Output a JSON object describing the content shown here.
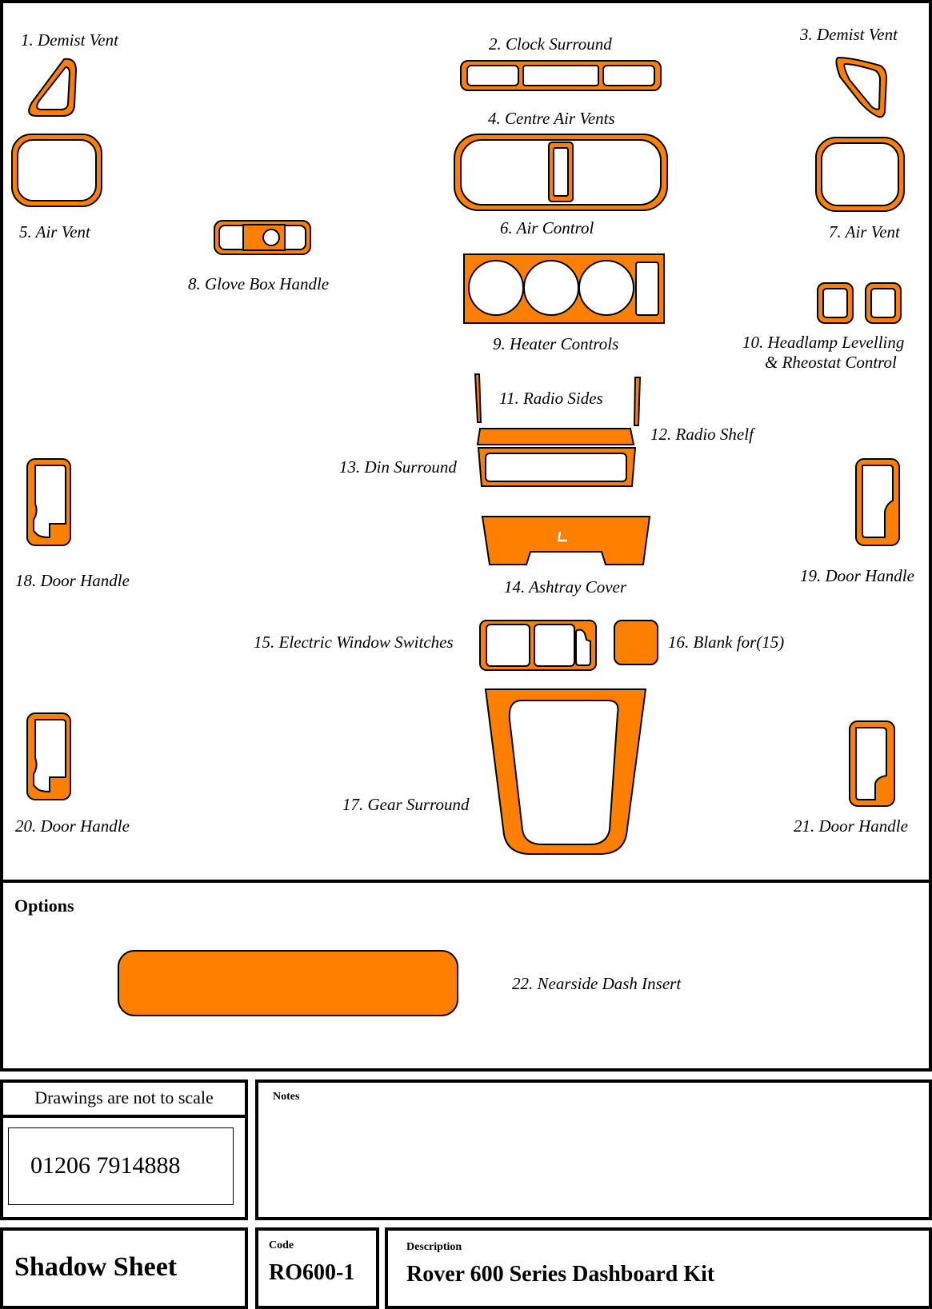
{
  "accent_color": "#ff8000",
  "parts": [
    {
      "label": "1. Demist Vent"
    },
    {
      "label": "2. Clock Surround"
    },
    {
      "label": "3. Demist Vent"
    },
    {
      "label": "4. Centre Air Vents"
    },
    {
      "label": "5. Air Vent"
    },
    {
      "label": "6. Air Control"
    },
    {
      "label": "7. Air Vent"
    },
    {
      "label": "8. Glove Box Handle"
    },
    {
      "label": "9. Heater Controls"
    },
    {
      "label": "10. Headlamp Levelling"
    },
    {
      "label": "11. Radio Sides"
    },
    {
      "label": "12. Radio Shelf"
    },
    {
      "label": "13. Din Surround"
    },
    {
      "label": "14. Ashtray Cover"
    },
    {
      "label": "15. Electric Window Switches"
    },
    {
      "label": "16. Blank for(15)"
    },
    {
      "label": "17. Gear Surround"
    },
    {
      "label": "18. Door Handle"
    },
    {
      "label": "19. Door Handle"
    },
    {
      "label": "20. Door Handle"
    },
    {
      "label": "21. Door Handle"
    }
  ],
  "part_10_line2": "& Rheostat Control",
  "options": {
    "heading": "Options",
    "items": [
      {
        "label": "22. Nearside Dash Insert"
      }
    ]
  },
  "footer": {
    "scale_note": "Drawings are not to scale",
    "phone": "01206 7914888",
    "notes_label": "Notes",
    "sheet_type": "Shadow Sheet",
    "code_label": "Code",
    "code_value": "RO600-1",
    "description_label": "Description",
    "description_value": "Rover 600 Series Dashboard Kit"
  }
}
